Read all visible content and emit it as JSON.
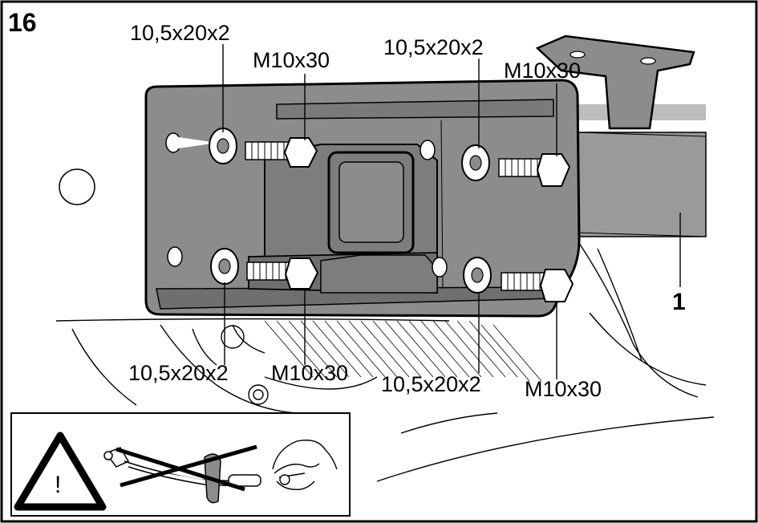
{
  "step_number": "16",
  "part_number": "1",
  "callouts": {
    "washer_top_left": "10,5x20x2",
    "bolt_top_left": "M10x30",
    "washer_top_right": "10,5x20x2",
    "bolt_top_right": "M10x30",
    "washer_bottom_left": "10,5x20x2",
    "bolt_bottom_left": "M10x30",
    "washer_bottom_right": "10,5x20x2",
    "bolt_bottom_right": "M10x30"
  },
  "warning_panel": {
    "warning_symbol": "!",
    "icons": [
      "warning-triangle-icon",
      "impact-wrench-icon",
      "crossed-out-icon",
      "hand-tighten-icon"
    ]
  },
  "colors": {
    "plate_fill": "#8c8c8c",
    "plate_dark": "#6f6f6f",
    "outline": "#000000"
  }
}
